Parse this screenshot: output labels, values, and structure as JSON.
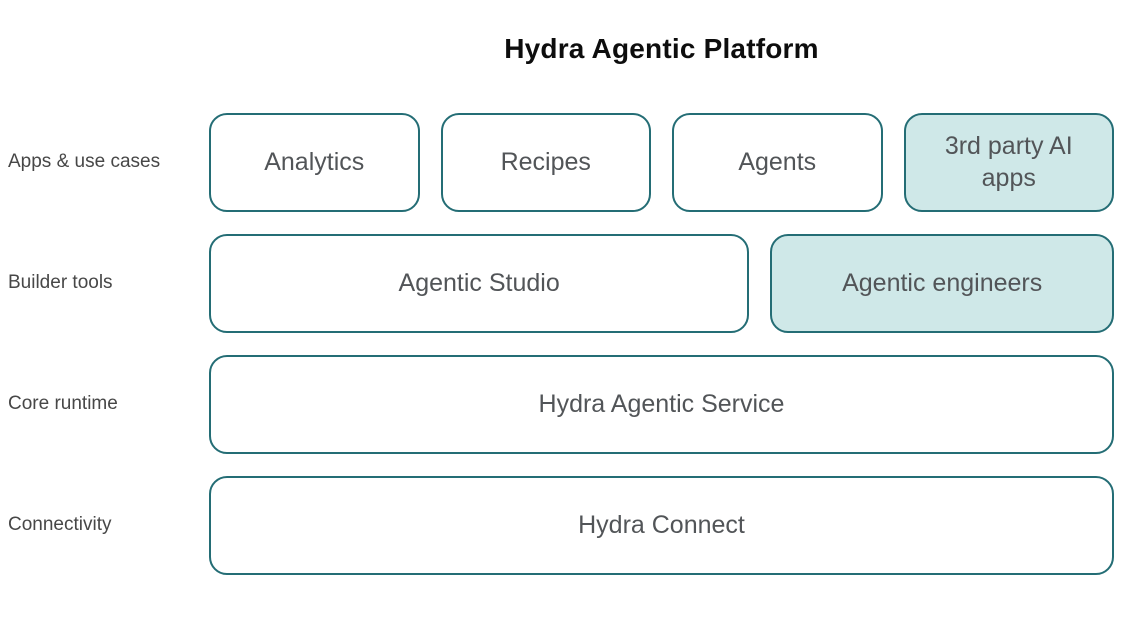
{
  "title": "Hydra Agentic Platform",
  "colors": {
    "border_teal": "#246d75",
    "highlight_fill": "#cfe8e8",
    "plain_fill": "#ffffff",
    "box_text": "#525558",
    "label_text": "#474747",
    "title_text": "#0d0d0d"
  },
  "rows": [
    {
      "label": "Apps & use cases",
      "boxes": [
        {
          "label": "Analytics",
          "highlighted": false
        },
        {
          "label": "Recipes",
          "highlighted": false
        },
        {
          "label": "Agents",
          "highlighted": false
        },
        {
          "label": "3rd party AI apps",
          "highlighted": true
        }
      ]
    },
    {
      "label": "Builder tools",
      "boxes": [
        {
          "label": "Agentic Studio",
          "highlighted": false
        },
        {
          "label": "Agentic engineers",
          "highlighted": true
        }
      ]
    },
    {
      "label": "Core runtime",
      "boxes": [
        {
          "label": "Hydra Agentic Service",
          "highlighted": false
        }
      ]
    },
    {
      "label": "Connectivity",
      "boxes": [
        {
          "label": "Hydra Connect",
          "highlighted": false
        }
      ]
    }
  ]
}
